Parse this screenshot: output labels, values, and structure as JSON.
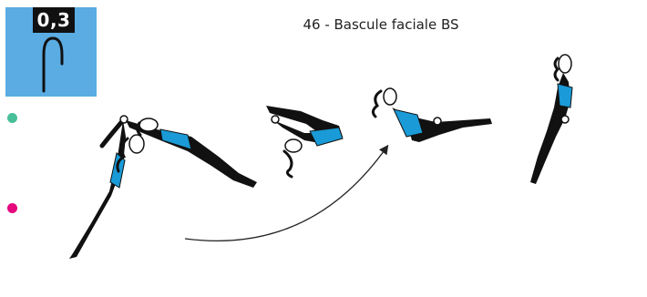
{
  "card": {
    "value": "0,3"
  },
  "title": "46 - Bascule faciale BS",
  "colors": {
    "card_bg": "#5aace3",
    "badge_bg": "#111111",
    "leotard": "#1a9ad6",
    "body": "#111111",
    "dot_green": "#48bf99",
    "dot_pink": "#e6087c"
  },
  "icons": [
    "element-symbol-icon",
    "legend-dot-green",
    "legend-dot-pink",
    "motion-arrow"
  ]
}
